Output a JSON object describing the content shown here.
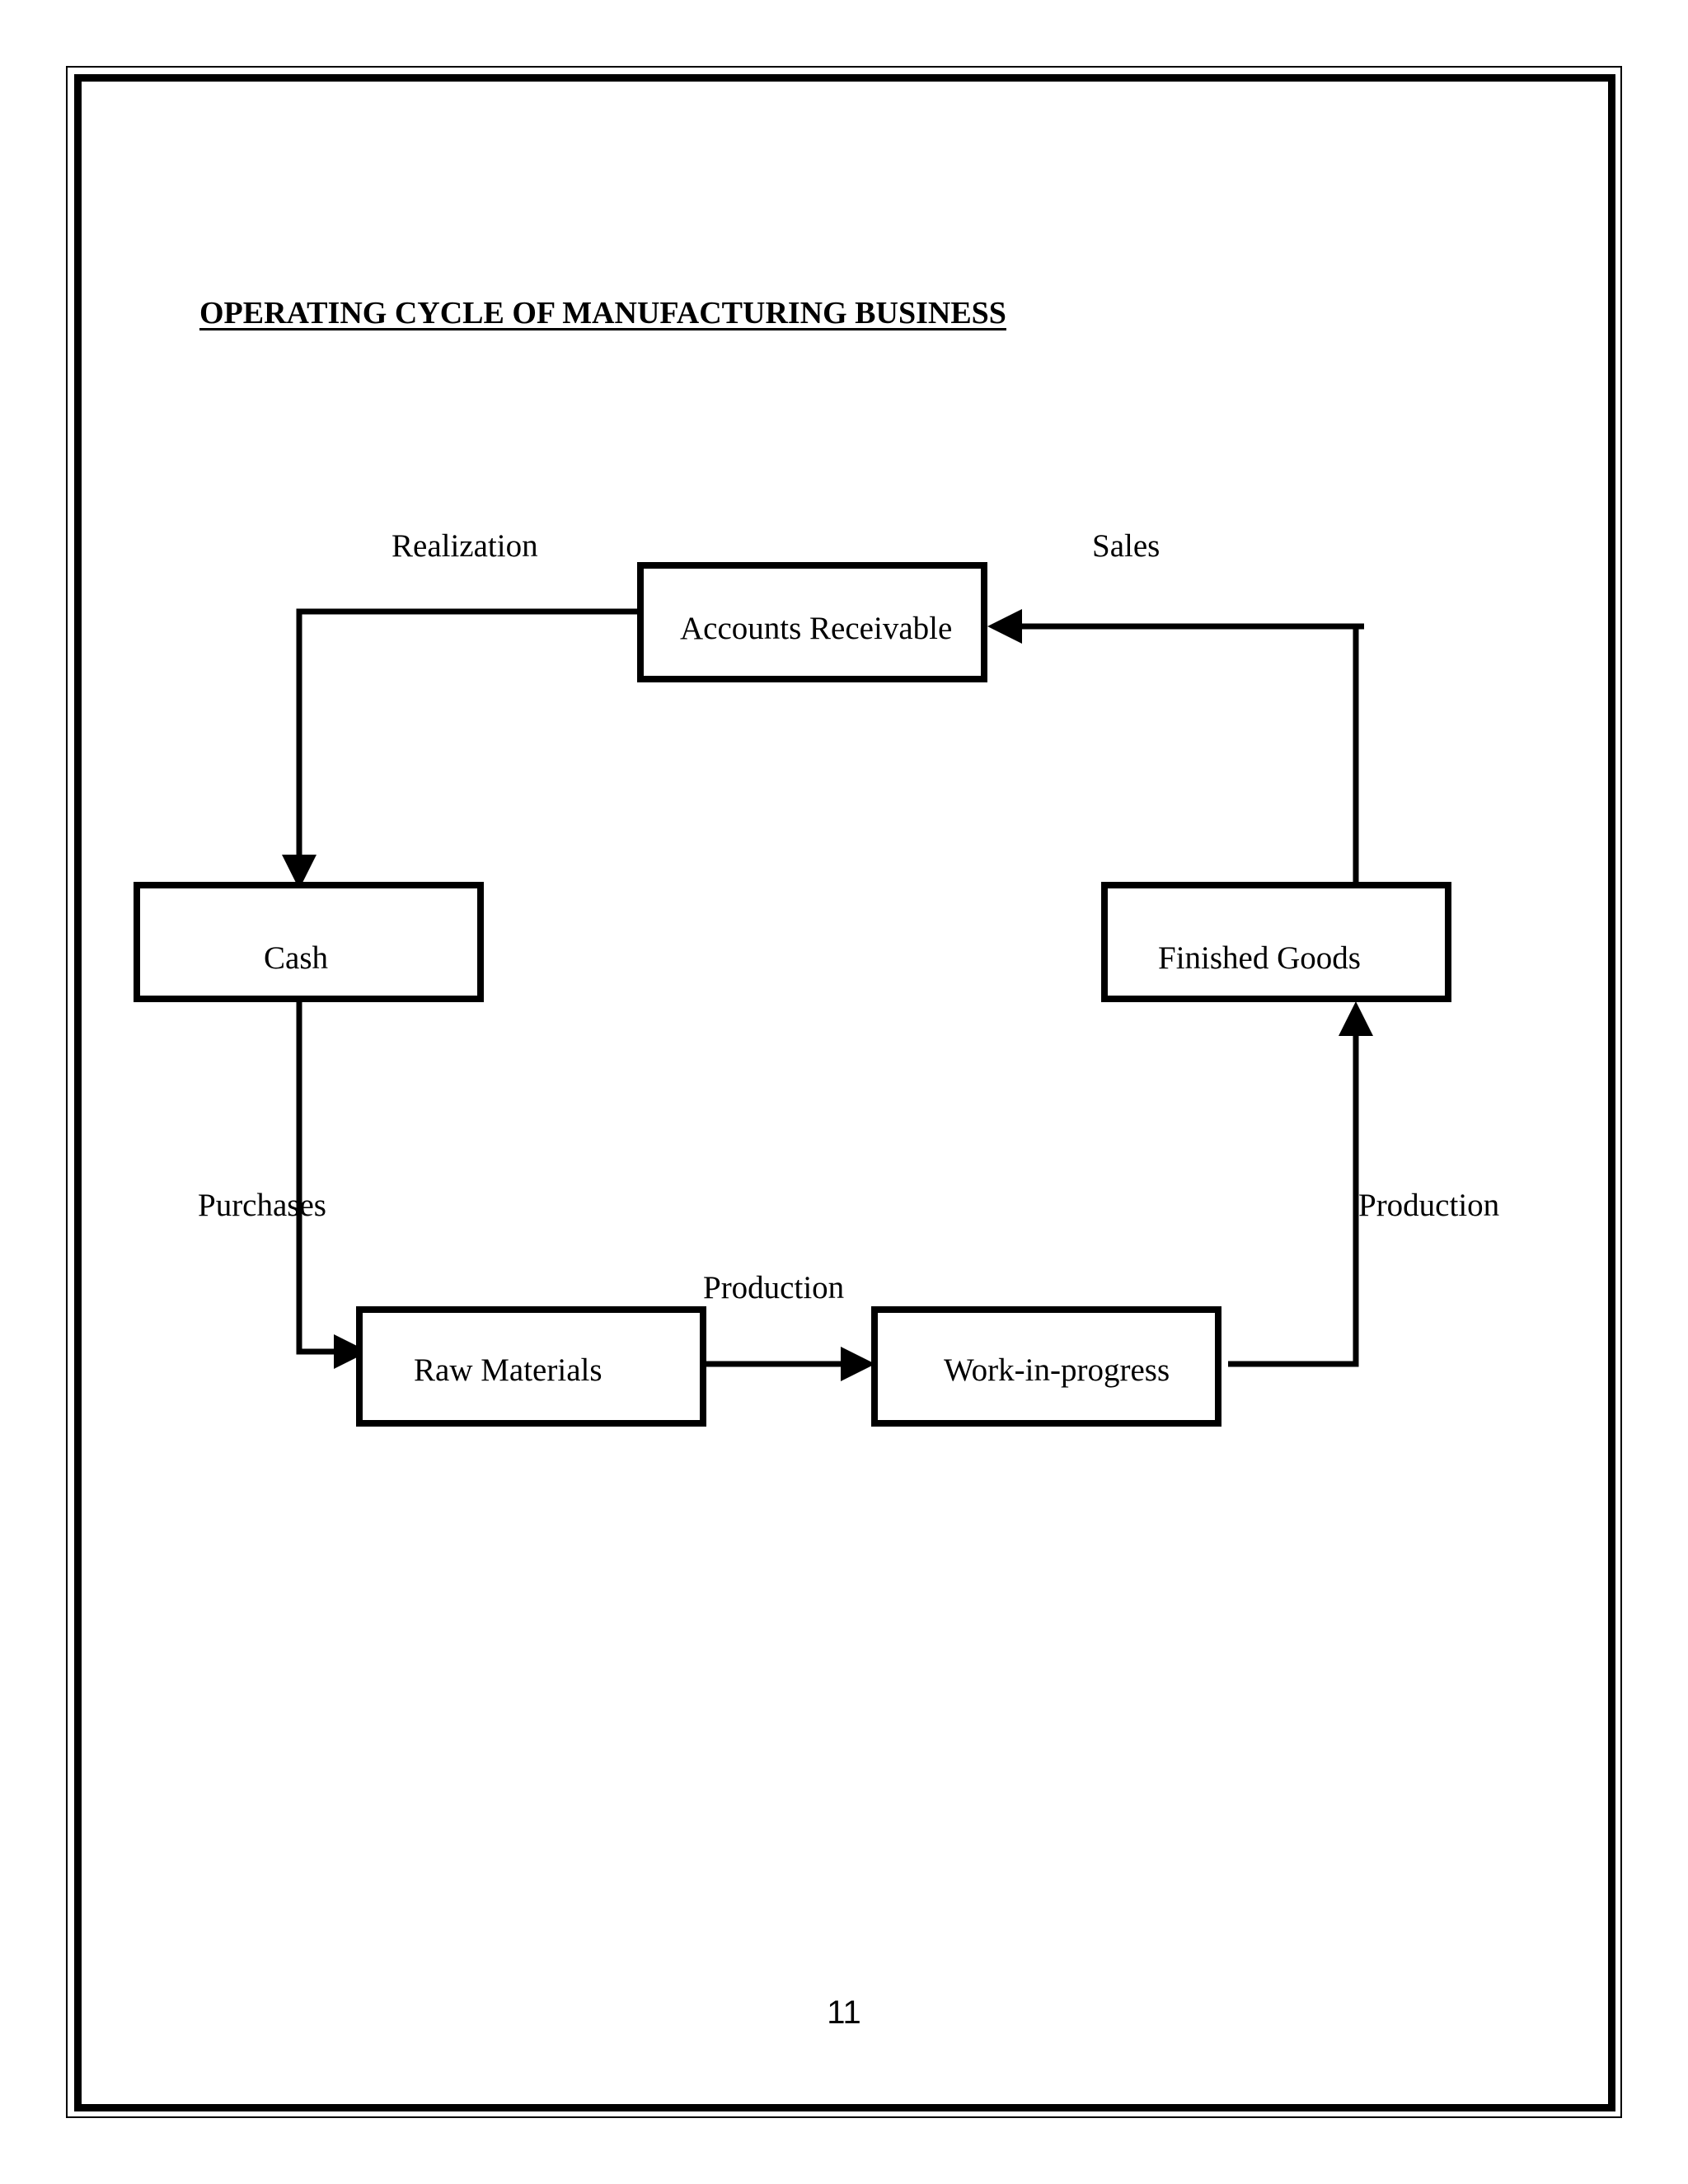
{
  "title": "OPERATING CYCLE OF MANUFACTURING BUSINESS",
  "nodes": {
    "accounts_receivable": "Accounts Receivable",
    "cash": "Cash",
    "finished_goods": "Finished Goods",
    "raw_materials": "Raw Materials",
    "work_in_progress": "Work-in-progress"
  },
  "flows": {
    "realization": "Realization",
    "sales": "Sales",
    "purchases": "Purchases",
    "production_middle": "Production",
    "production_right": "Production"
  },
  "page_number": "11"
}
